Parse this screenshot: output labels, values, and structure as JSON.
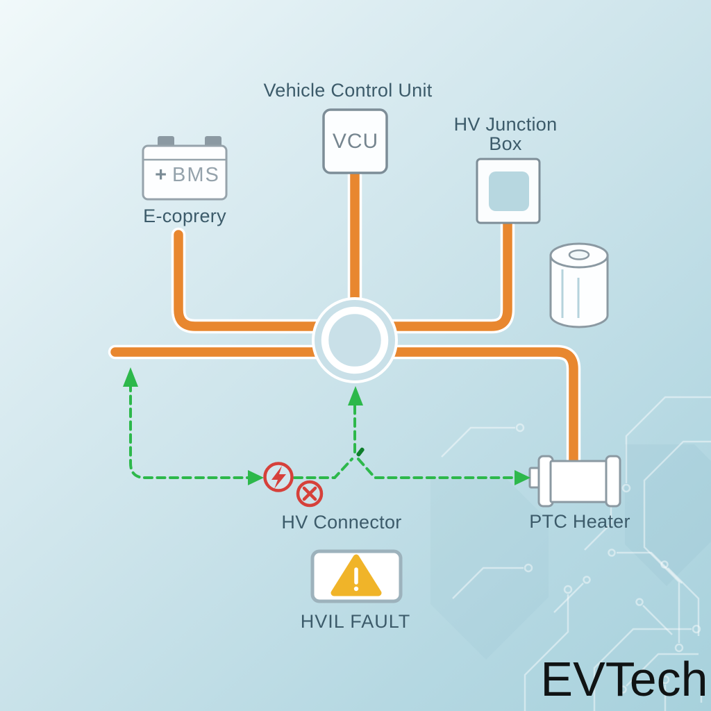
{
  "brand": {
    "logo": "EVTech"
  },
  "palette": {
    "harness_orange": "#e8872f",
    "hvil_green": "#2db84b",
    "fault_red": "#d6403a",
    "warning_amber": "#f0b429",
    "label_slate": "#3c5b6a",
    "background_blue": "#b5d8e2"
  },
  "components": {
    "bms": {
      "plus": "+",
      "label": "BMS",
      "caption": "E-coprery"
    },
    "vcu": {
      "title": "Vehicle Control Unit",
      "label": "VCU"
    },
    "junction_box": {
      "title_line1": "HV Junction",
      "title_line2": "Box"
    },
    "hv_connector": {
      "label": "HV Connector"
    },
    "ptc_heater": {
      "label": "PTC Heater"
    },
    "fault": {
      "label": "HVIL FAULT"
    }
  },
  "icons": [
    "battery-icon",
    "vcu-box-icon",
    "junction-box-icon",
    "capacitor-cylinder-icon",
    "connector-ring-icon",
    "spark-fault-icon",
    "circuit-open-icon",
    "warning-triangle-icon",
    "heater-motor-icon",
    "hvil-loop-arrows",
    "circuit-trace-pattern"
  ]
}
